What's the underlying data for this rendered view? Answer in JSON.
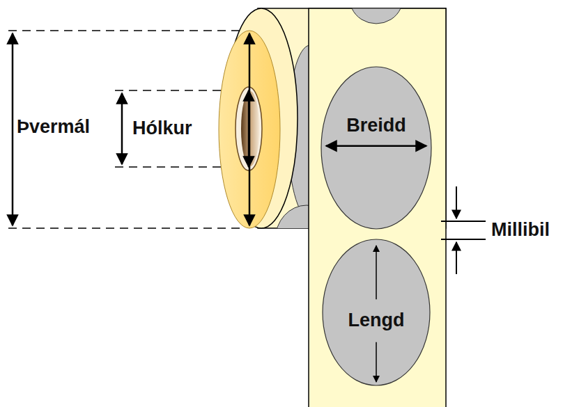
{
  "diagram": {
    "nodes": [
      {
        "text": [
          "Breidd"
        ]
      },
      {
        "text": [
          "Lengd"
        ]
      }
    ],
    "labels": [
      "Þvermál",
      "Hólkur",
      "Millibil"
    ]
  }
}
